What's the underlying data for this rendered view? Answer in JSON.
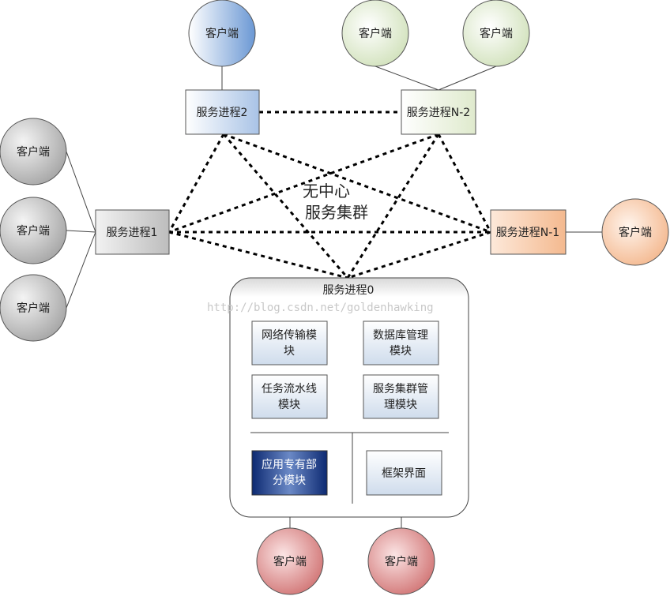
{
  "client_label": "客户端",
  "center_label_line1": "无中心",
  "center_label_line2": "服务集群",
  "process_1": "服务进程1",
  "process_2": "服务进程2",
  "process_n2": "服务进程N-2",
  "process_n1": "服务进程N-1",
  "process_0": "服务进程0",
  "modules": {
    "network_1": "网络传输模",
    "network_2": "块",
    "db_1": "数据库管理",
    "db_2": "模块",
    "pipeline_1": "任务流水线",
    "pipeline_2": "模块",
    "cluster_1": "服务集群管",
    "cluster_2": "理模块",
    "app_1": "应用专有部",
    "app_2": "分模块",
    "ui": "框架界面"
  },
  "watermark": "http://blog.csdn.net/goldenhawking",
  "colors": {
    "gray": "#c8c8c8",
    "blue": "#7fa8dc",
    "green": "#d6e6c6",
    "orange": "#f6c8a4",
    "red": "#d88a8a",
    "dark_blue": "#1c3e8c"
  }
}
